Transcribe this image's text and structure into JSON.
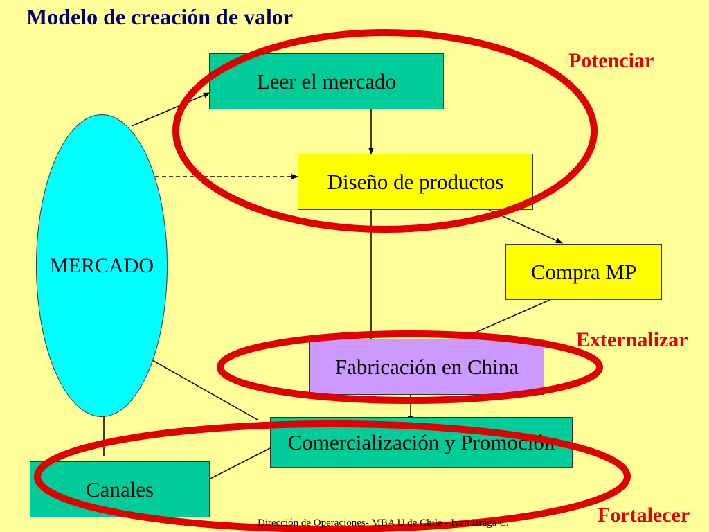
{
  "title": "Modelo de creación de valor",
  "nodes": {
    "leer": "Leer el mercado",
    "diseno": "Diseño de productos",
    "compra": "Compra MP",
    "fabricacion": "Fabricación en China",
    "comercializacion": "Comercialización y Promoción",
    "canales": "Canales",
    "mercado": "MERCADO"
  },
  "labels": {
    "potenciar": "Potenciar",
    "externalizar": "Externalizar",
    "fortalecer": "Fortalecer"
  },
  "footer": "Dirección de Operaciones- MBA U de Chile - Ivan Braga C.",
  "colors": {
    "background": "#FFFF99",
    "green_box": "#00CC99",
    "yellow_box": "#FFFF00",
    "purple_box": "#CC99FF",
    "mercado_ellipse": "#00FFFF",
    "highlight_ring": "#E00000",
    "title": "#000066"
  }
}
